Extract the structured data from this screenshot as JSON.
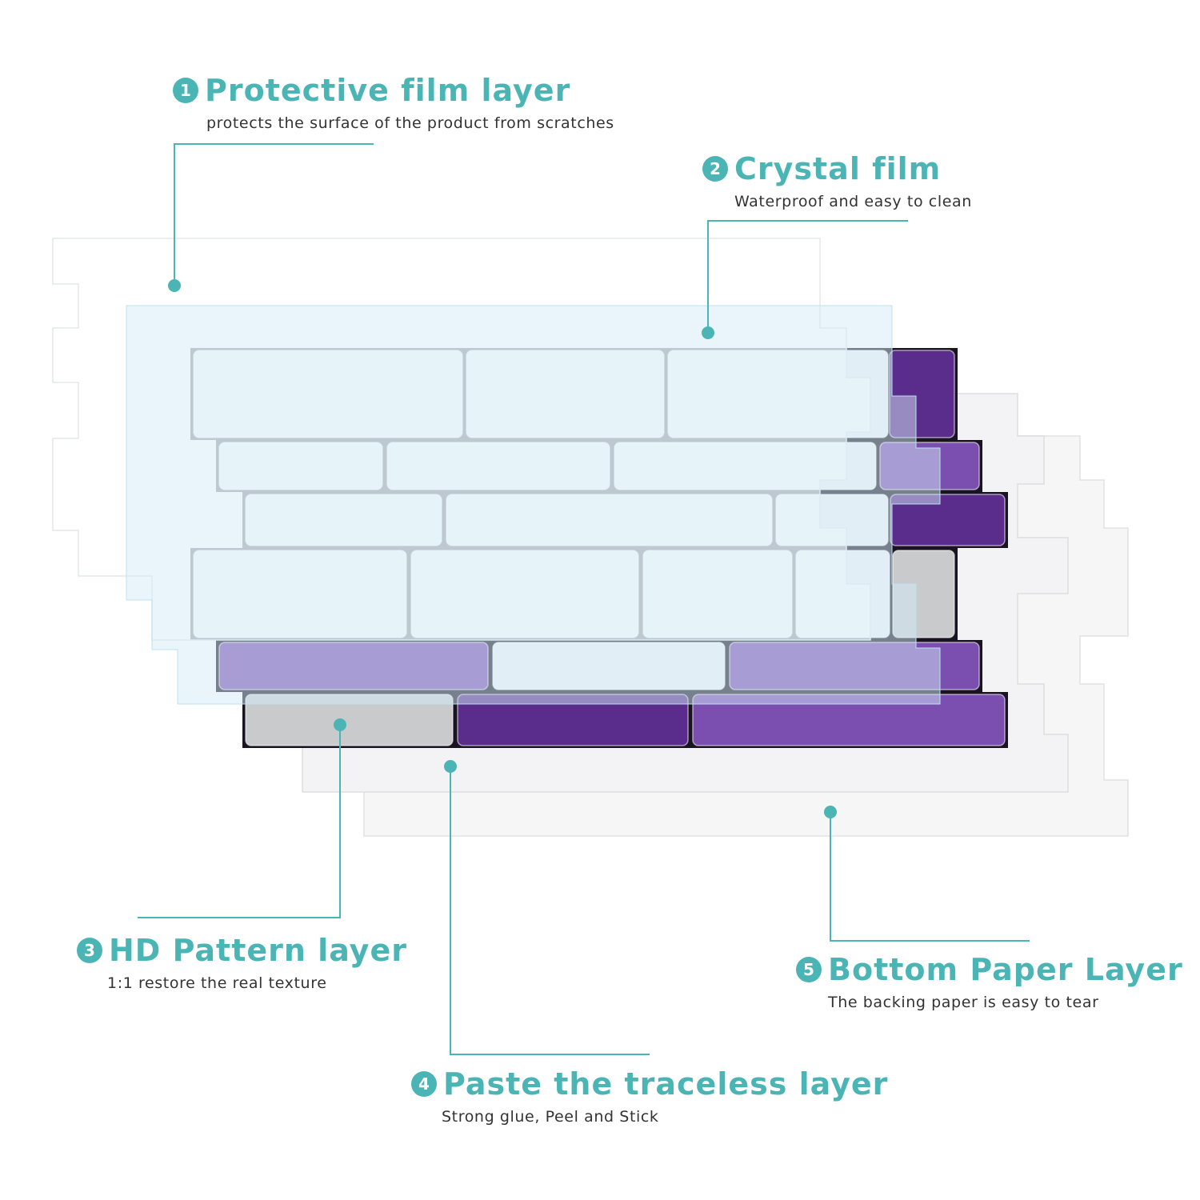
{
  "colors": {
    "accent": "#4bb5b5",
    "subtitle": "#333333",
    "purple_dark": "#5a2d8c",
    "purple_mid": "#7a4fb0",
    "tile_white": "#eef1f4",
    "tile_grey": "#c9cacc",
    "film_blue": "#dff0fb",
    "paper": "#f7f7f7"
  },
  "layers": [
    {
      "number": "1",
      "title": "Protective film layer",
      "subtitle": "protects the surface of the product from scratches"
    },
    {
      "number": "2",
      "title": "Crystal film",
      "subtitle": "Waterproof and easy to clean"
    },
    {
      "number": "3",
      "title": "HD Pattern layer",
      "subtitle": "1:1 restore the real texture"
    },
    {
      "number": "4",
      "title": "Paste the traceless layer",
      "subtitle": "Strong glue, Peel and Stick"
    },
    {
      "number": "5",
      "title": "Bottom Paper Layer",
      "subtitle": "The backing paper is easy to tear"
    }
  ]
}
